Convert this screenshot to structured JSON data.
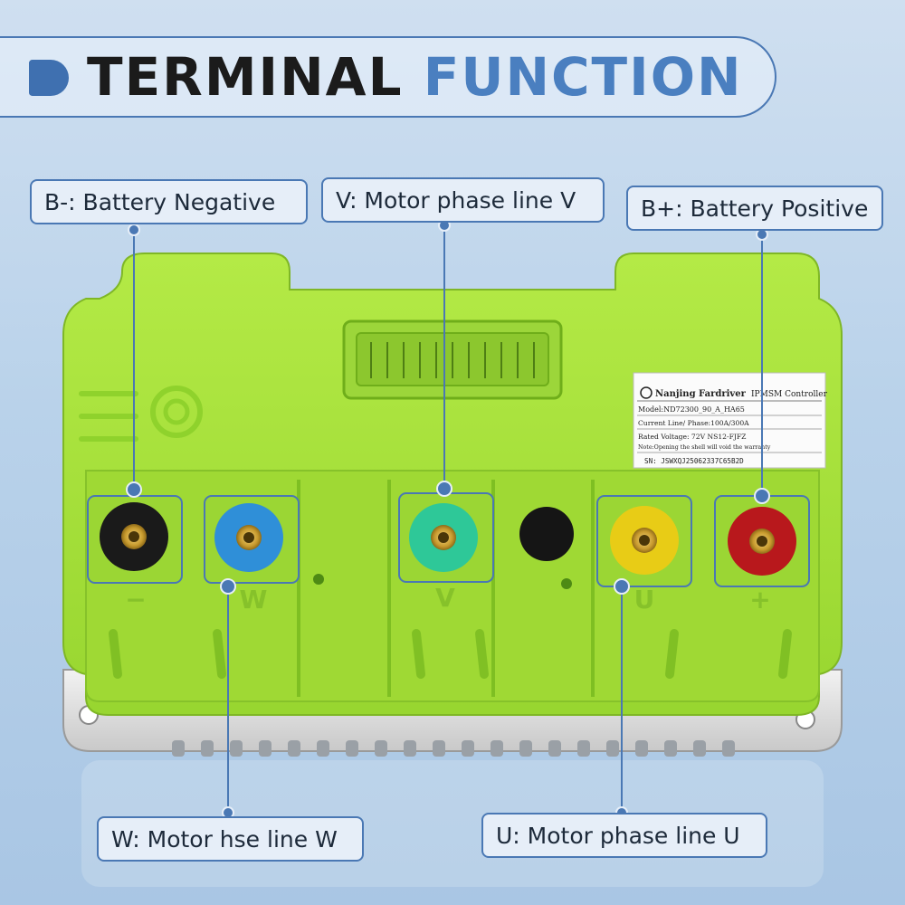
{
  "title": {
    "word1": "TERMINAL",
    "word2": "FUNCTION"
  },
  "callouts": {
    "b_neg": "B-: Battery Negative",
    "v": "V: Motor phase line V",
    "b_pos": "B+: Battery Positive",
    "w": "W: Motor hse line W",
    "u": "U: Motor phase line U"
  },
  "terminal_marks": {
    "neg": "−",
    "w": "W",
    "v": "V",
    "u": "U",
    "pos": "+"
  },
  "label": {
    "brand": "Nanjing Fardriver",
    "type": "IPMSM Controller",
    "model": "Model:ND72300_90_A_HA65",
    "current": "Current Line/ Phase:100A/300A",
    "voltage": "Rated Voltage: 72V  NS12-FJFZ",
    "note": "Note:Opening the shell will void the warranty",
    "sn": "SN:  JSWXQJ25062337C65B2D"
  },
  "colors": {
    "accent_blue": "#4a78b4",
    "housing_green": "#a6e03a",
    "terminal_neg": "#1a1a1a",
    "terminal_w": "#2f8fd8",
    "terminal_v": "#2ec898",
    "terminal_u": "#e8cc16",
    "terminal_pos": "#b8181c"
  }
}
